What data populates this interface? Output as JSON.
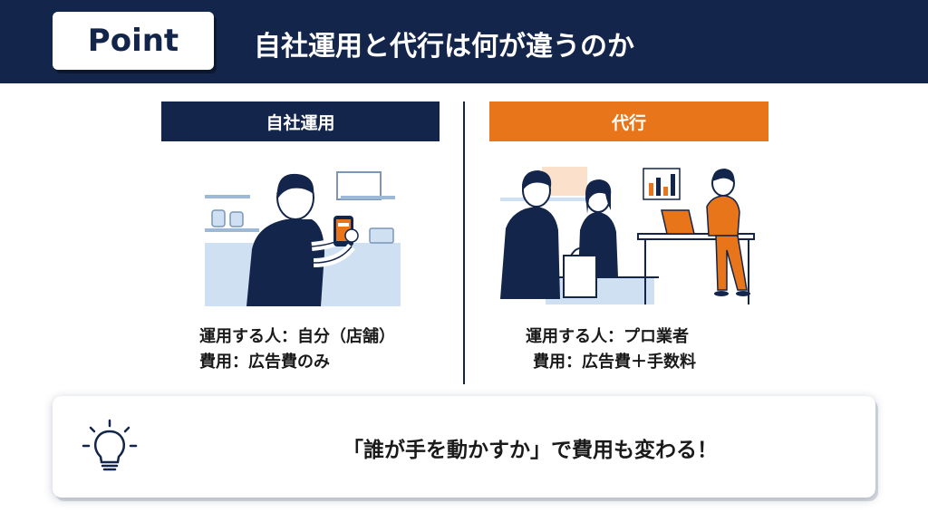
{
  "header": {
    "badge": "Point",
    "title": "自社運用と代行は何が違うのか"
  },
  "left": {
    "label": "自社運用",
    "line1": "運用する人：自分（店舗）",
    "line2": "費用：広告費のみ"
  },
  "right": {
    "label": "代行",
    "line1": "運用する人：プロ業者",
    "line2": "費用：広告費＋手数料"
  },
  "callout": {
    "text": "「誰が手を動かすか」で費用も変わる！",
    "icon": "lightbulb-icon"
  },
  "colors": {
    "navy": "#13254a",
    "orange": "#e8751a",
    "light_blue": "#cfe0f2"
  }
}
